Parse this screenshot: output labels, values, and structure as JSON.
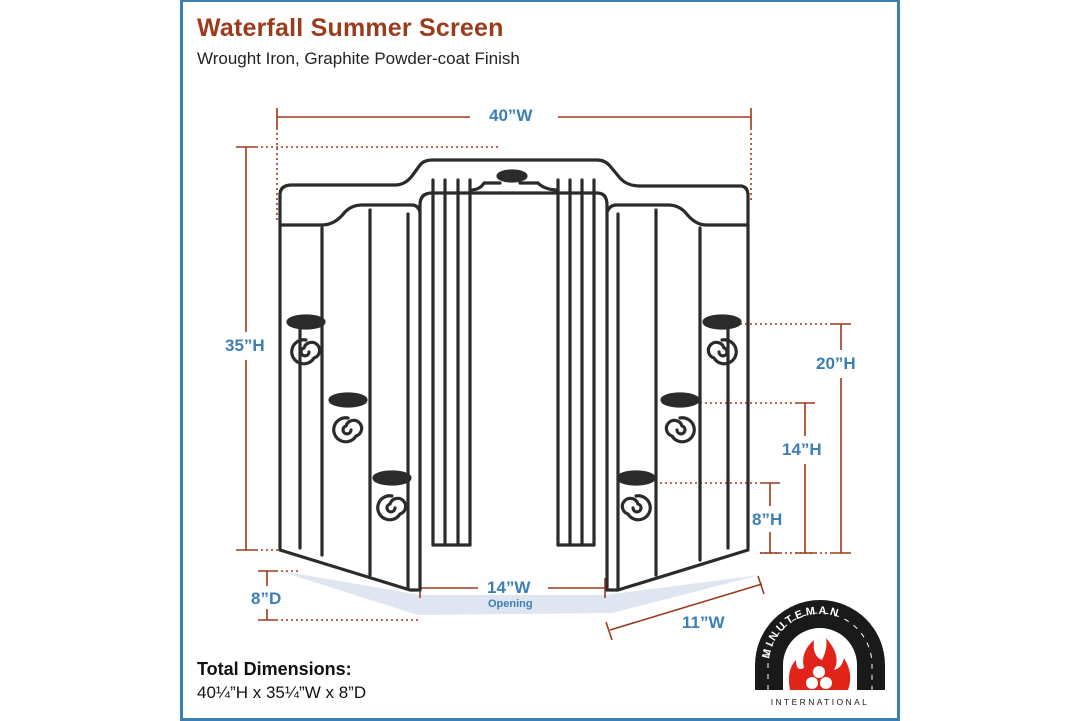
{
  "header": {
    "title": "Waterfall Summer Screen",
    "subtitle": "Wrought Iron, Graphite Powder-coat Finish"
  },
  "dimension_labels": {
    "overall_width": "40”W",
    "overall_height": "35”H",
    "wing_height": "20”H",
    "middle_holder_height": "14”H",
    "low_holder_height": "8”H",
    "depth": "8”D",
    "opening_width": "14”W",
    "opening_caption": "Opening",
    "panel_width": "11”W"
  },
  "totals": {
    "heading": "Total Dimensions:",
    "value": "40¼”H x 35¼”W x 8”D"
  },
  "logo": {
    "top_text": "MINUTEMAN",
    "bottom_text": "INTERNATIONAL"
  },
  "colors": {
    "title": "#9b3b1d",
    "dimension_text": "#3b7fb6",
    "dimension_lines": "#9b3b1d",
    "frame": "#3b7fb6",
    "iron": "#2b2b2b",
    "floor_shadow": "#dfe6f1",
    "logo_flame": "#e2231a"
  }
}
